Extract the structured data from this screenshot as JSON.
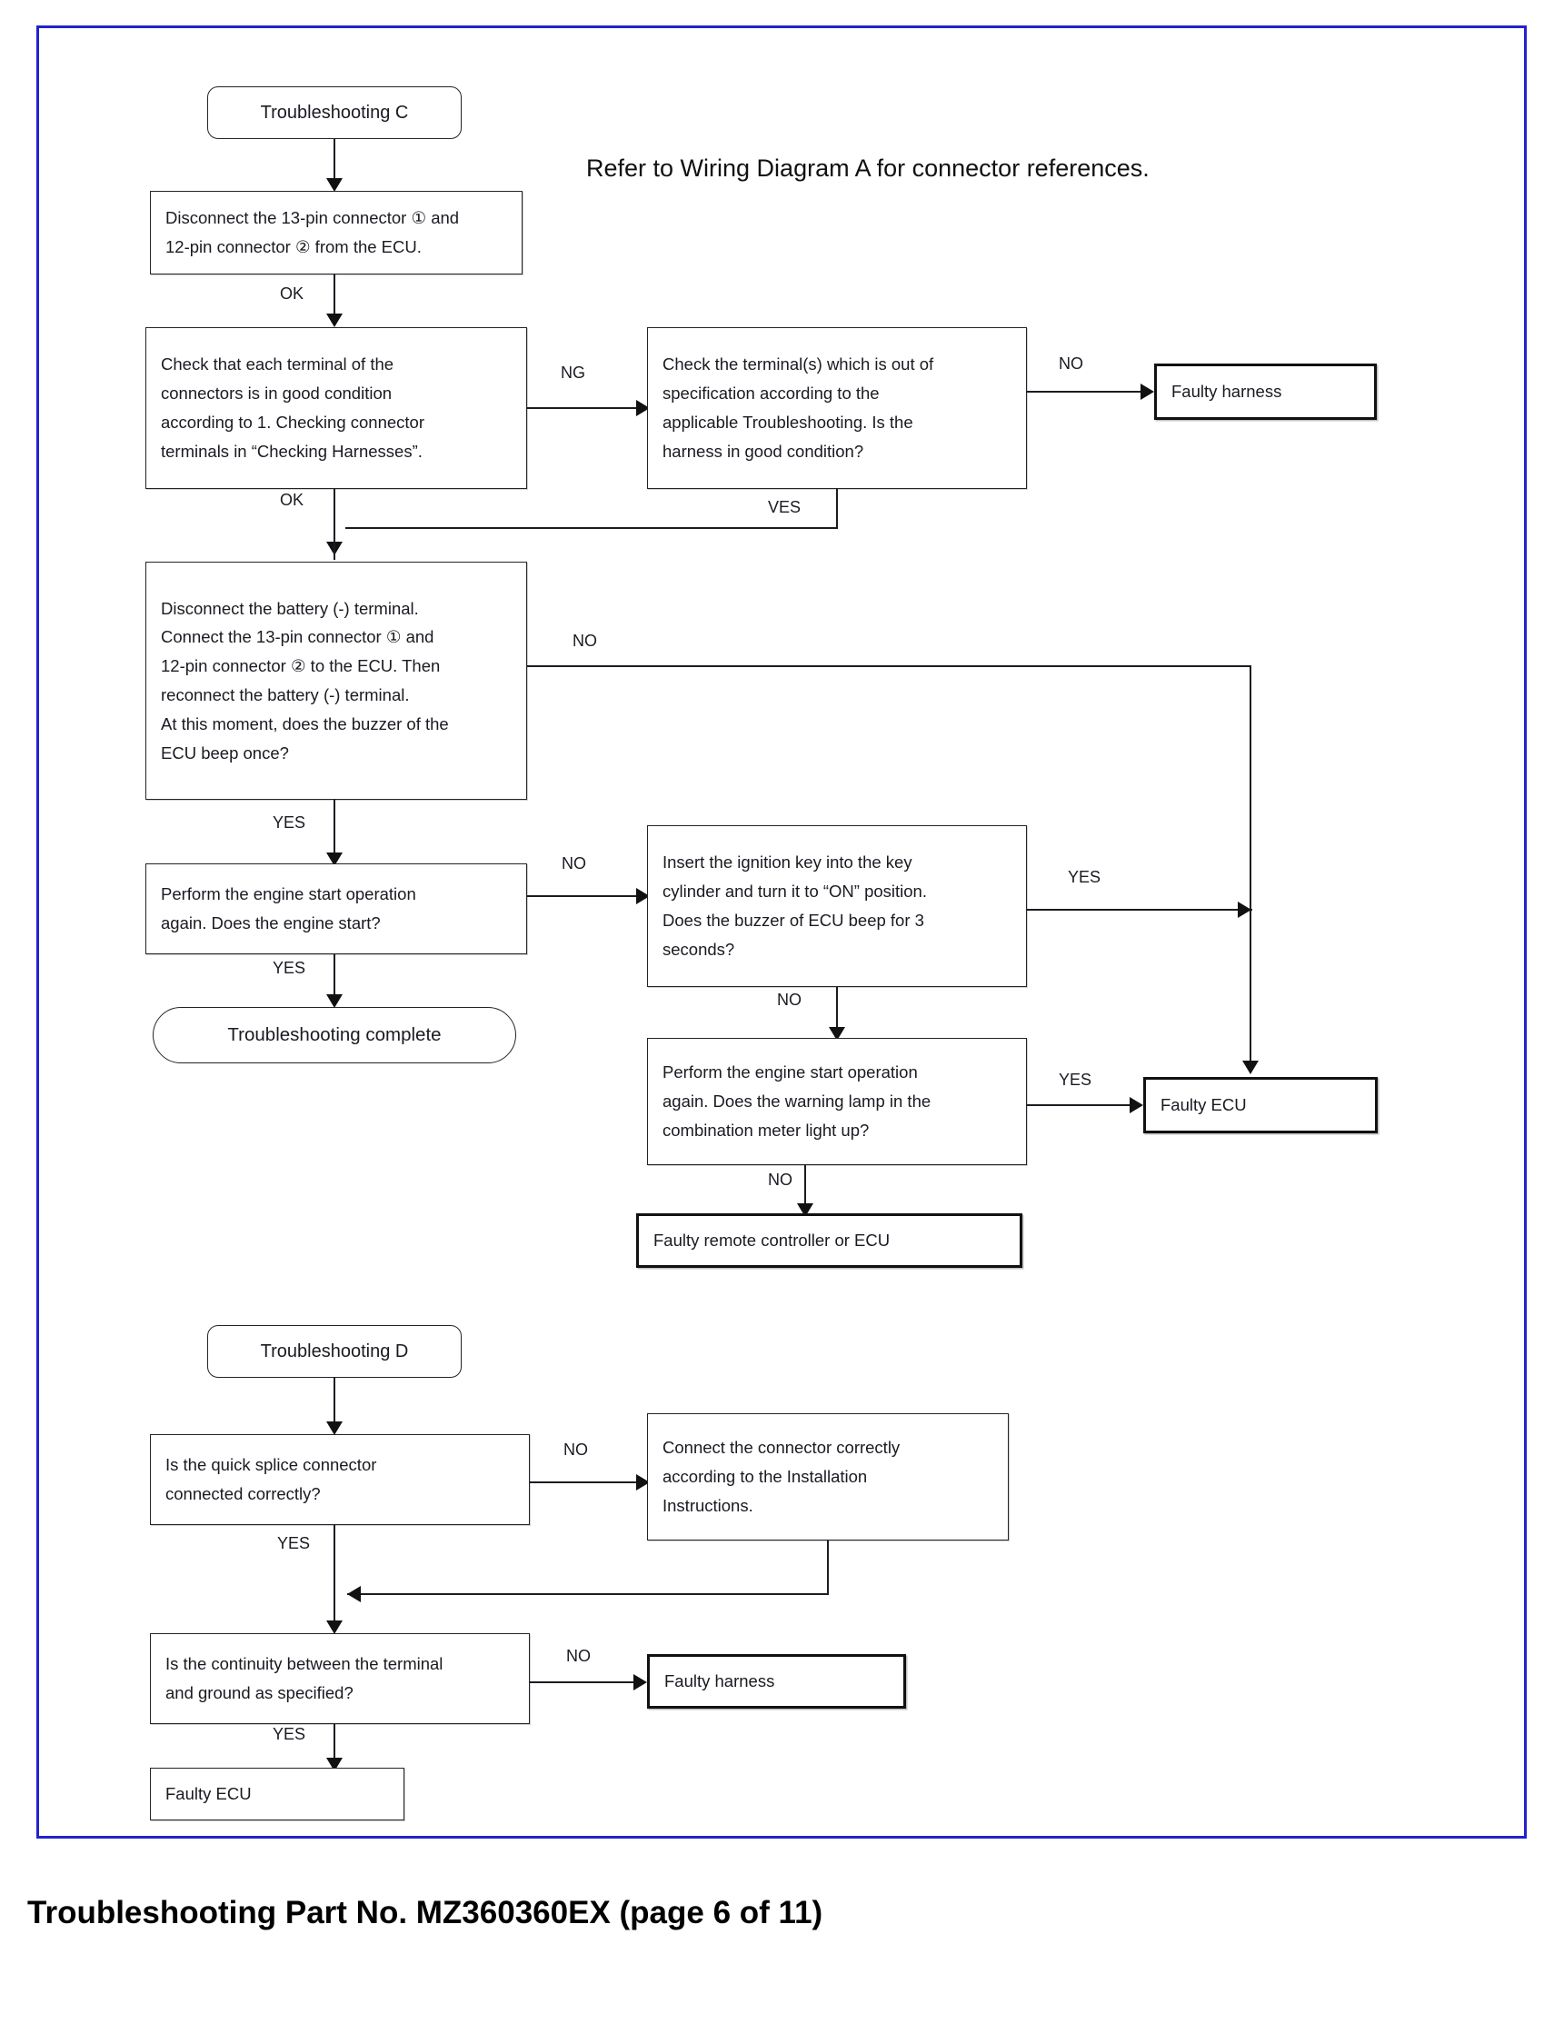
{
  "page": {
    "note": "Refer to Wiring Diagram A for connector references.",
    "footer": "Troubleshooting Part No. MZ360360EX (page 6 of 11)",
    "frame_color": "#2222cc"
  },
  "flow_c": {
    "start": "Troubleshooting C",
    "n1": {
      "l1": "Disconnect the 13-pin connector ① and",
      "l2": "12-pin connector ② from the ECU."
    },
    "n2": {
      "l1": "Check that each terminal of the",
      "l2": "connectors is in good condition",
      "l3": "according to 1. Checking connector",
      "l4": "terminals in “Checking Harnesses”."
    },
    "n3": {
      "l1": "Check the terminal(s) which is out of",
      "l2": "specification according to the",
      "l3": "applicable Troubleshooting. Is the",
      "l4": "harness in good condition?"
    },
    "r1": "Faulty harness",
    "n4": {
      "l1": "Disconnect   the   battery   (-)   terminal.",
      "l2": "Connect the 13-pin connector ① and",
      "l3": "12-pin connector ② to the ECU. Then",
      "l4": "reconnect the battery (-) terminal.",
      "l5": "At this moment, does the buzzer of the",
      "l6": "ECU beep once?"
    },
    "n5": {
      "l1": "Perform the engine start operation",
      "l2": "again. Does the engine start?"
    },
    "n6": {
      "l1": "Insert the ignition key into the key",
      "l2": "cylinder and turn it to “ON” position.",
      "l3": "Does  the  buzzer  of  ECU  beep  for  3",
      "l4": "seconds?"
    },
    "n7": {
      "l1": "Perform the engine start operation",
      "l2": "again. Does the warning lamp in the",
      "l3": "combination meter light up?"
    },
    "end_complete": "Troubleshooting complete",
    "r2": "Faulty ECU",
    "r3": "Faulty remote controller or ECU",
    "labels": {
      "ok1": "OK",
      "ng1": "NG",
      "no1": "NO",
      "ok2": "OK",
      "yes1": "VES",
      "no2": "NO",
      "yes2": "YES",
      "no3": "NO",
      "yes3": "YES",
      "yes4": "YES",
      "no4": "NO",
      "yes5": "YES",
      "no5": "NO"
    }
  },
  "flow_d": {
    "start": "Troubleshooting D",
    "n1": {
      "l1": "Is the quick splice connector",
      "l2": "connected correctly?"
    },
    "n2": {
      "l1": "Connect the connector correctly",
      "l2": "according to the Installation",
      "l3": "Instructions."
    },
    "n3": {
      "l1": "Is the  continuity between the terminal",
      "l2": "and ground as specified?"
    },
    "r1": "Faulty harness",
    "r2": "Faulty ECU",
    "labels": {
      "no1": "NO",
      "yes1": "YES",
      "no2": "NO",
      "yes2": "YES"
    }
  }
}
